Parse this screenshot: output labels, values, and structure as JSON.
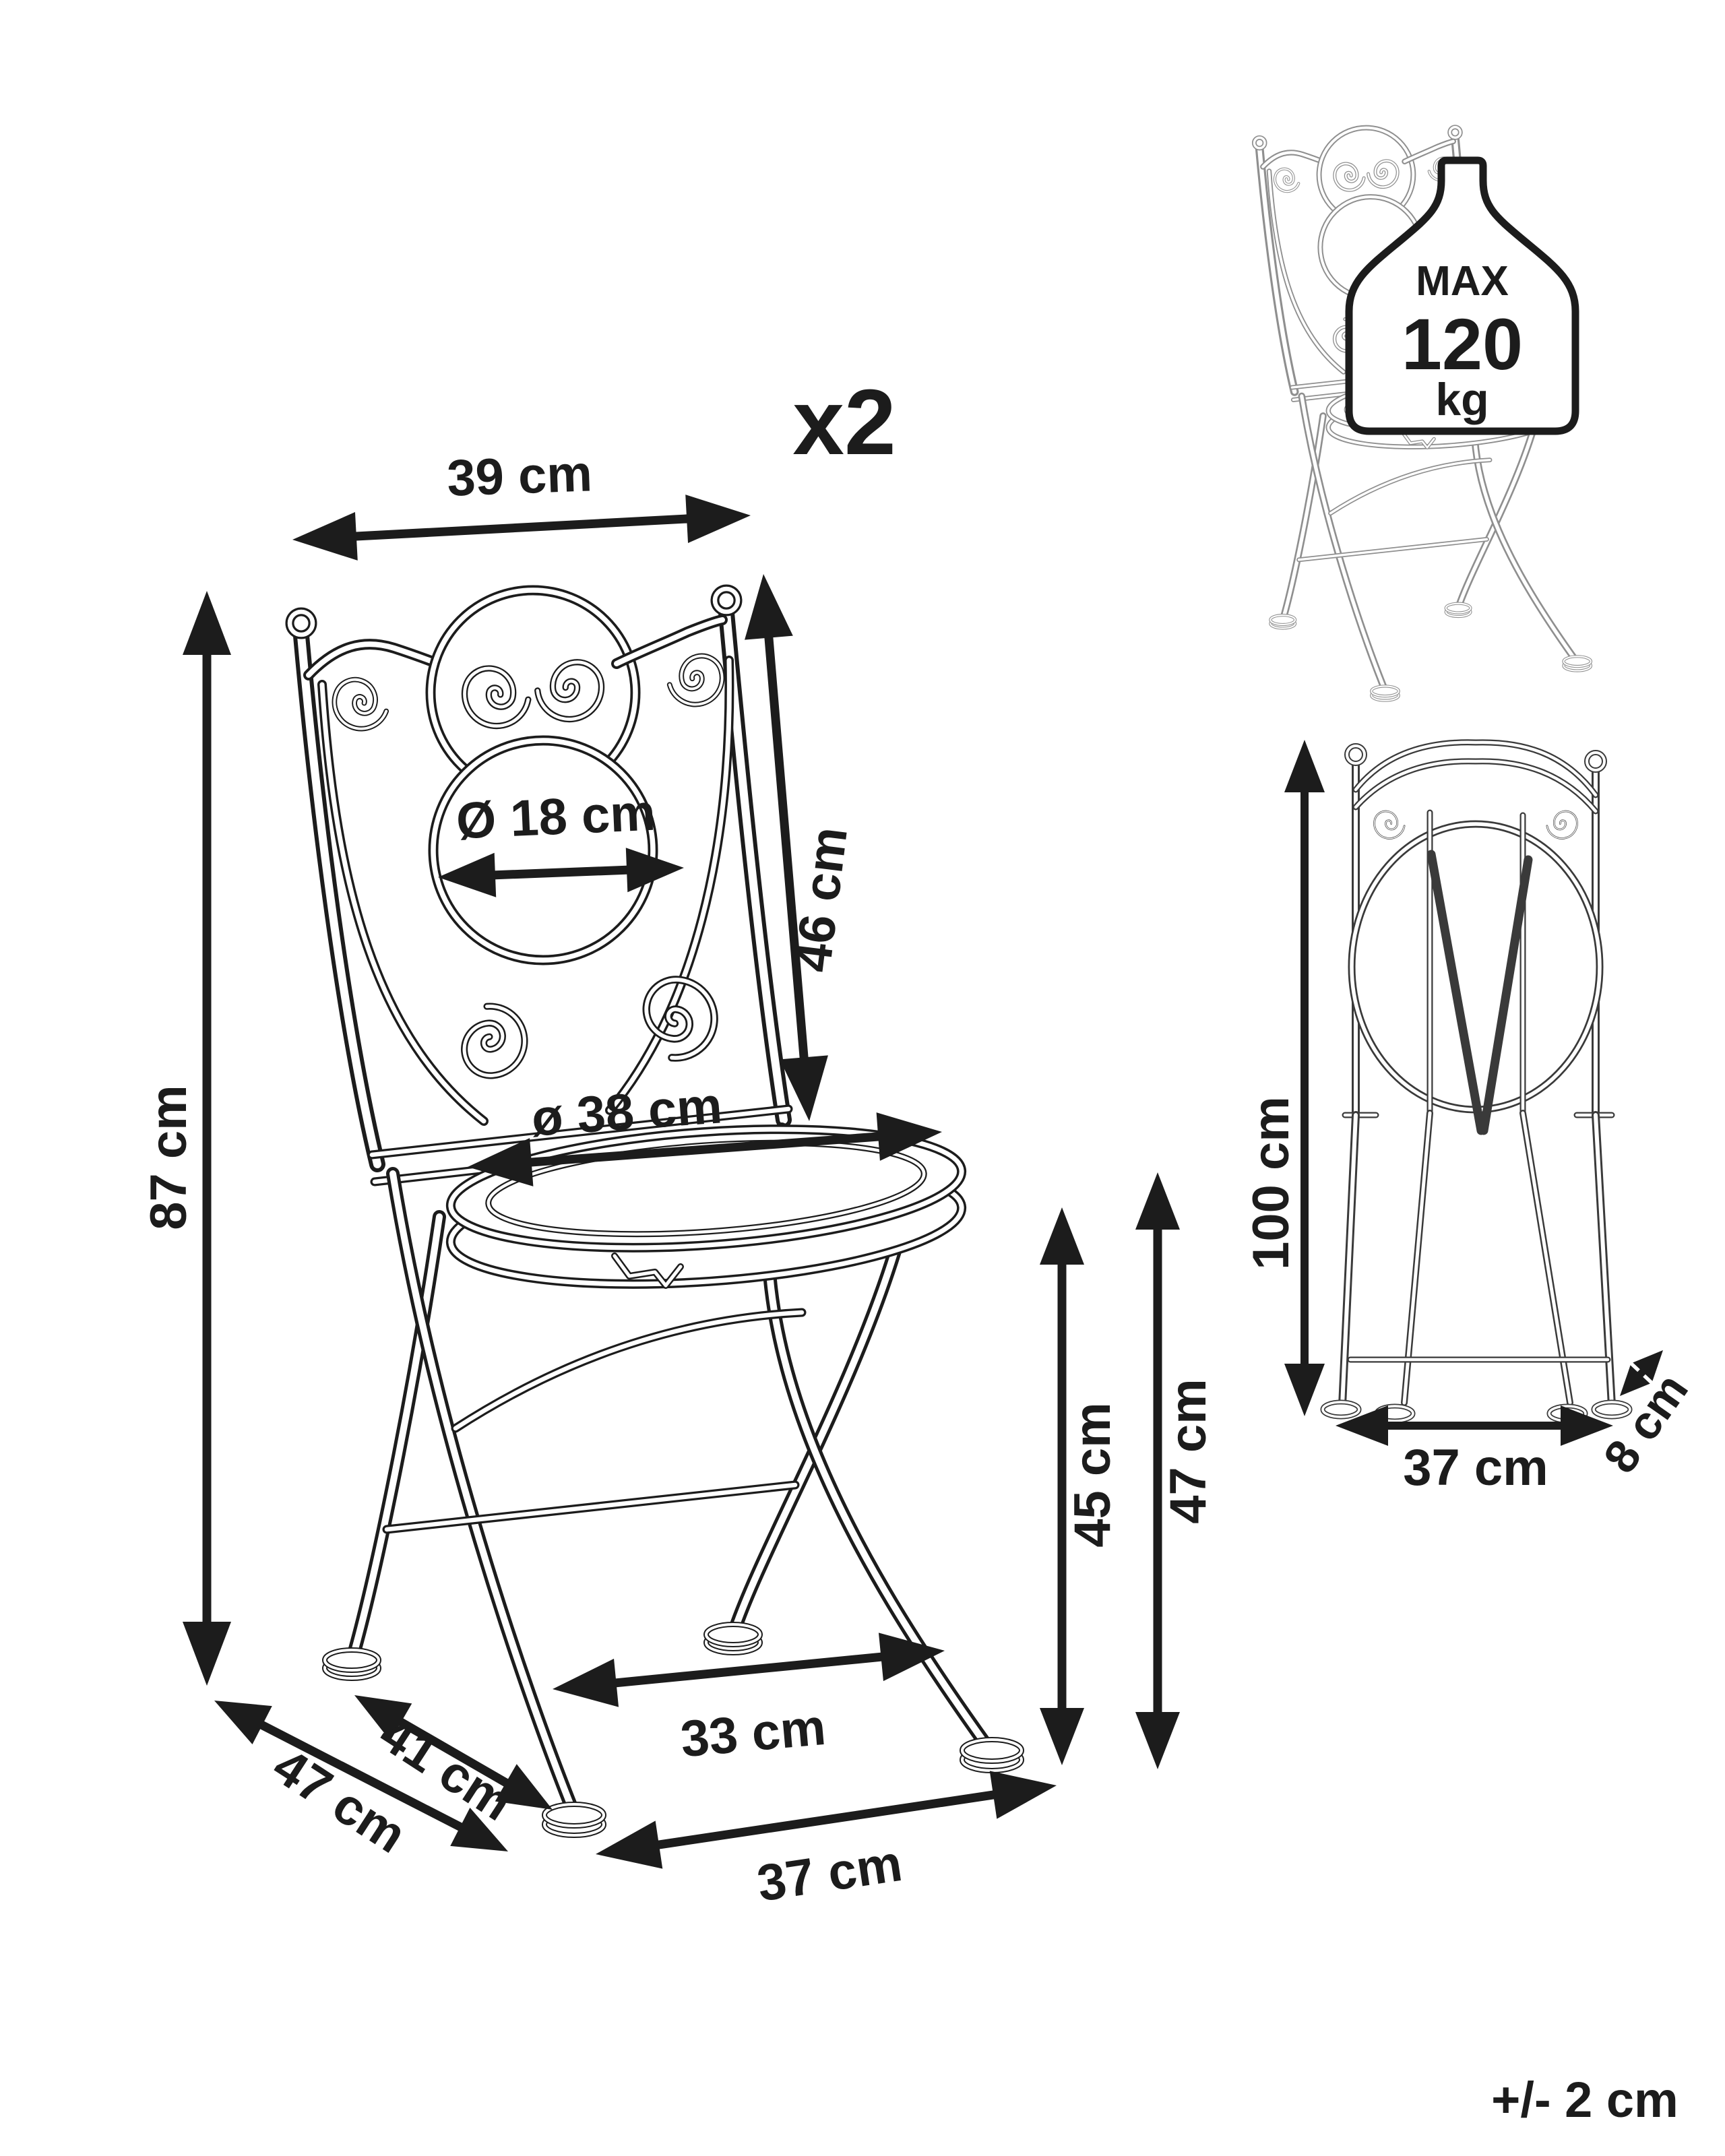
{
  "diagram": {
    "quantity": "x2",
    "tolerance": "+/- 2 cm"
  },
  "main_view": {
    "backrest_width": "39 cm",
    "backrest_height": "46 cm",
    "backrest_circle_diameter": "Ø 18 cm",
    "total_height": "87 cm",
    "seat_diameter": "ø 38 cm",
    "seat_height_front": "45 cm",
    "seat_height_back": "47 cm",
    "rear_leg_span": "33 cm",
    "seat_depth": "41 cm",
    "total_depth": "47 cm",
    "front_width": "37 cm"
  },
  "folded_view": {
    "height": "100 cm",
    "width": "37 cm",
    "depth": "8 cm"
  },
  "load_limit": {
    "prefix": "MAX",
    "value": "120",
    "unit": "kg"
  },
  "colors": {
    "line": "#1c1c1c",
    "secondary": "#8f8f8f",
    "background": "#ffffff"
  }
}
